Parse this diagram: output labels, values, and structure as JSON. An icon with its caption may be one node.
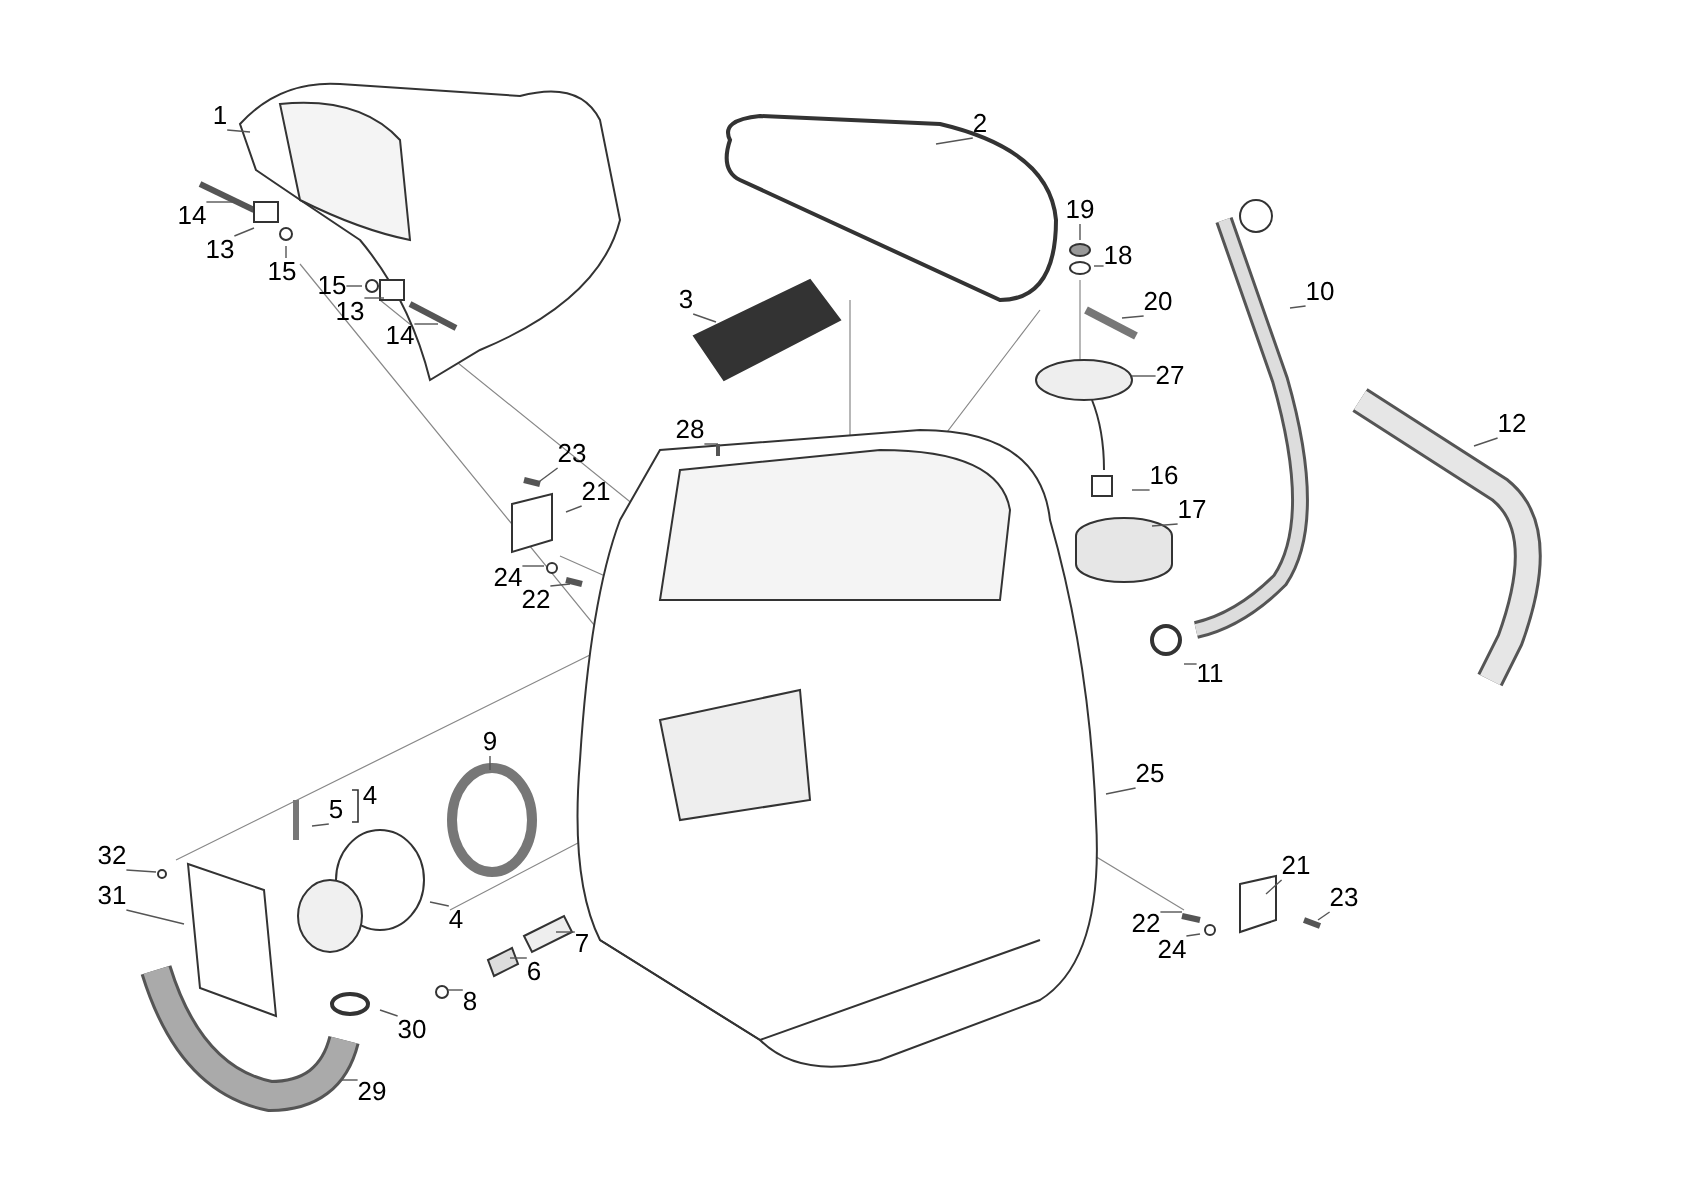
{
  "diagram": {
    "nodes": [
      {
        "text": [
          "1"
        ]
      },
      {
        "text": [
          "2"
        ]
      },
      {
        "text": [
          "14"
        ]
      },
      {
        "text": [
          "19"
        ]
      },
      {
        "text": [
          "13"
        ]
      },
      {
        "text": [
          "18"
        ]
      },
      {
        "text": [
          "15"
        ]
      },
      {
        "text": [
          "15"
        ]
      },
      {
        "text": [
          "3"
        ]
      },
      {
        "text": [
          "20"
        ]
      },
      {
        "text": [
          "10"
        ]
      },
      {
        "text": [
          "13"
        ]
      },
      {
        "text": [
          "14"
        ]
      },
      {
        "text": [
          "27"
        ]
      },
      {
        "text": [
          "12"
        ]
      },
      {
        "text": [
          "28"
        ]
      },
      {
        "text": [
          "23"
        ]
      },
      {
        "text": [
          "16"
        ]
      },
      {
        "text": [
          "21"
        ]
      },
      {
        "text": [
          "17"
        ]
      },
      {
        "text": [
          "24"
        ]
      },
      {
        "text": [
          "22"
        ]
      },
      {
        "text": [
          "11"
        ]
      },
      {
        "text": [
          "9"
        ]
      },
      {
        "text": [
          "25"
        ]
      },
      {
        "text": [
          "5"
        ]
      },
      {
        "text": [
          "32"
        ]
      },
      {
        "text": [
          "21"
        ]
      },
      {
        "text": [
          "31"
        ]
      },
      {
        "text": [
          "23"
        ]
      },
      {
        "text": [
          "4"
        ]
      },
      {
        "text": [
          "22"
        ]
      },
      {
        "text": [
          "7"
        ]
      },
      {
        "text": [
          "24"
        ]
      },
      {
        "text": [
          "6"
        ]
      },
      {
        "text": [
          "8"
        ]
      },
      {
        "text": [
          "30"
        ]
      },
      {
        "text": [
          "29"
        ]
      }
    ],
    "edges": [
      {
        "from": 0,
        "to": null,
        "arrow": "none"
      },
      {
        "from": 1,
        "to": null,
        "arrow": "none"
      },
      {
        "from": 2,
        "to": null,
        "arrow": "none"
      },
      {
        "from": 3,
        "to": null,
        "arrow": "none"
      },
      {
        "from": 4,
        "to": null,
        "arrow": "none"
      },
      {
        "from": 5,
        "to": null,
        "arrow": "none"
      },
      {
        "from": 6,
        "to": null,
        "arrow": "none"
      },
      {
        "from": 7,
        "to": null,
        "arrow": "none"
      },
      {
        "from": 8,
        "to": null,
        "arrow": "none"
      },
      {
        "from": 9,
        "to": null,
        "arrow": "none"
      },
      {
        "from": 10,
        "to": null,
        "arrow": "none"
      },
      {
        "from": 11,
        "to": null,
        "arrow": "none"
      },
      {
        "from": 12,
        "to": null,
        "arrow": "none"
      },
      {
        "from": 13,
        "to": null,
        "arrow": "none"
      },
      {
        "from": 14,
        "to": null,
        "arrow": "none"
      },
      {
        "from": 15,
        "to": null,
        "arrow": "none"
      },
      {
        "from": 16,
        "to": null,
        "arrow": "none"
      },
      {
        "from": 17,
        "to": null,
        "arrow": "none"
      },
      {
        "from": 18,
        "to": null,
        "arrow": "none"
      },
      {
        "from": 19,
        "to": null,
        "arrow": "none"
      },
      {
        "from": 20,
        "to": null,
        "arrow": "none"
      },
      {
        "from": 21,
        "to": null,
        "arrow": "none"
      },
      {
        "from": 22,
        "to": null,
        "arrow": "none"
      },
      {
        "from": 23,
        "to": null,
        "arrow": "none"
      },
      {
        "from": 24,
        "to": null,
        "arrow": "none"
      },
      {
        "from": 25,
        "to": null,
        "arrow": "none"
      },
      {
        "from": 26,
        "to": null,
        "arrow": "none"
      },
      {
        "from": 27,
        "to": null,
        "arrow": "none"
      },
      {
        "from": 28,
        "to": null,
        "arrow": "none"
      },
      {
        "from": 29,
        "to": null,
        "arrow": "none"
      },
      {
        "from": 30,
        "to": null,
        "arrow": "none"
      },
      {
        "from": 31,
        "to": null,
        "arrow": "none"
      },
      {
        "from": 32,
        "to": null,
        "arrow": "none"
      },
      {
        "from": 33,
        "to": null,
        "arrow": "none"
      },
      {
        "from": 34,
        "to": null,
        "arrow": "none"
      },
      {
        "from": 35,
        "to": null,
        "arrow": "none"
      },
      {
        "from": 36,
        "to": null,
        "arrow": "none"
      },
      {
        "from": 37,
        "to": null,
        "arrow": "none"
      }
    ],
    "labels": [
      "4"
    ]
  }
}
